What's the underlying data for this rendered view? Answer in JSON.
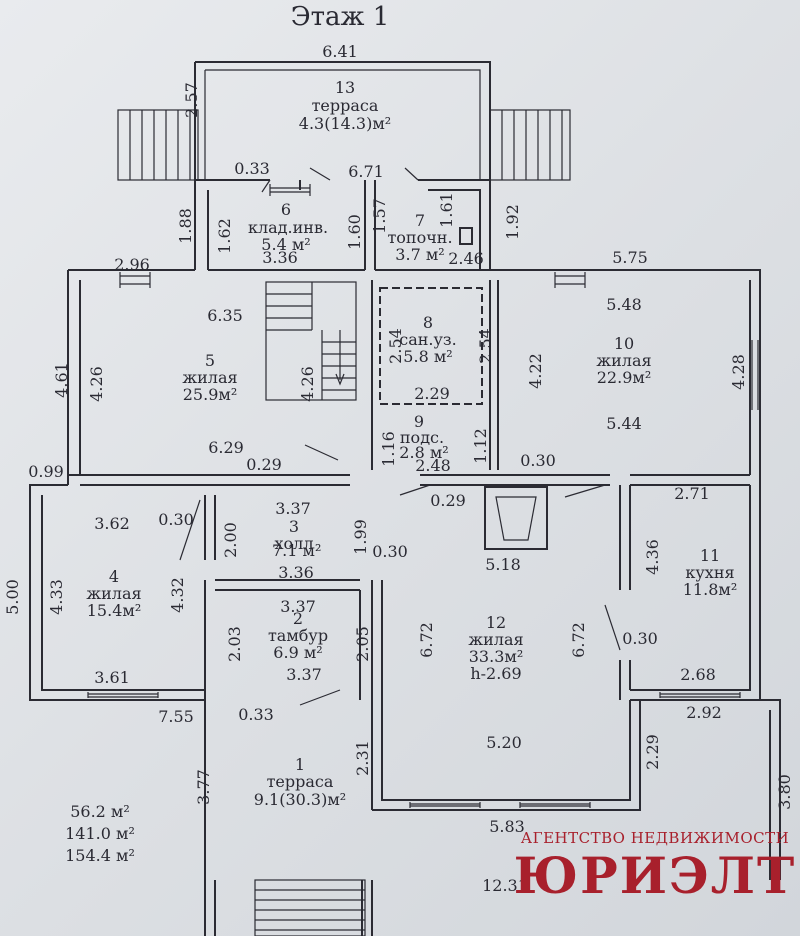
{
  "title": "Этаж 1",
  "rooms": [
    {
      "no": "13",
      "name": "терраса",
      "area": "4.3(14.3)м²"
    },
    {
      "no": "6",
      "name": "клад.инв.",
      "area": "5.4 м²"
    },
    {
      "no": "7",
      "name": "топочн.",
      "area": "3.7 м²"
    },
    {
      "no": "8",
      "name": "сан.уз.",
      "area": "5.8 м²"
    },
    {
      "no": "5",
      "name": "жилая",
      "area": "25.9м²"
    },
    {
      "no": "10",
      "name": "жилая",
      "area": "22.9м²"
    },
    {
      "no": "9",
      "name": "подс.",
      "area": "2.8 м²"
    },
    {
      "no": "3",
      "name": "холл",
      "area": "7.1 м²"
    },
    {
      "no": "4",
      "name": "жилая",
      "area": "15.4м²"
    },
    {
      "no": "11",
      "name": "кухня",
      "area": "11.8м²"
    },
    {
      "no": "2",
      "name": "тамбур",
      "area": "6.9 м²"
    },
    {
      "no": "12",
      "name": "жилая",
      "area": "33.3м²",
      "extra": "h-2.69"
    },
    {
      "no": "1",
      "name": "терраса",
      "area": "9.1(30.3)м²"
    }
  ],
  "dims": [
    "6.41",
    "2.57",
    "0.33",
    "6.71",
    "1.88",
    "1.62",
    "1.60",
    "1.57",
    "1.61",
    "1.92",
    "2.96",
    "3.36",
    "2.46",
    "5.75",
    "5.48",
    "6.35",
    "4.61",
    "4.26",
    "4.26",
    "2.54",
    "2.54",
    "4.22",
    "4.28",
    "2.29",
    "5.44",
    "1.16",
    "2.48",
    "1.12",
    "6.29",
    "0.29",
    "0.99",
    "0.30",
    "3.37",
    "2.71",
    "3.62",
    "0.30",
    "2.00",
    "1.99",
    "0.29",
    "0.30",
    "5.18",
    "5.00",
    "4.33",
    "4.32",
    "3.36",
    "4.36",
    "3.37",
    "2.03",
    "2.05",
    "6.72",
    "6.72",
    "0.30",
    "3.61",
    "3.37",
    "2.68",
    "7.55",
    "0.33",
    "2.92",
    "3.77",
    "2.31",
    "5.20",
    "2.29",
    "3.80",
    "5.83",
    "12.31"
  ],
  "totals": [
    "56.2 м²",
    "141.0 м²",
    "154.4 м²"
  ],
  "watermark": {
    "line1": "АГЕНТСТВО НЕДВИЖИМОСТИ",
    "line2": "ЮРИЭЛТ"
  }
}
